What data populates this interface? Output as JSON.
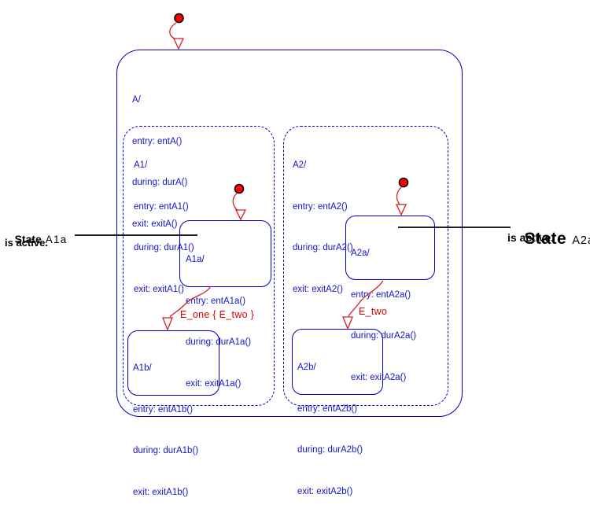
{
  "colors": {
    "state_outline_blue": "#0000c4",
    "state_text_blue": "#1414cd",
    "transition_red": "#db0000",
    "dot_fill_red": "#ff0000",
    "callout_black": "#000000"
  },
  "states": {
    "A": {
      "title": "A/",
      "entry": "entry: entA()",
      "during": "during: durA()",
      "exit": "exit: exitA()"
    },
    "A1": {
      "title": "A1/",
      "entry": "entry: entA1()",
      "during": "during: durA1()",
      "exit": "exit: exitA1()"
    },
    "A2": {
      "title": "A2/",
      "entry": "entry: entA2()",
      "during": "during: durA2()",
      "exit": "exit: exitA2()"
    },
    "A1a": {
      "title": "A1a/",
      "entry": "entry: entA1a()",
      "during": "during: durA1a()",
      "exit": "exit: exitA1a()"
    },
    "A2a": {
      "title": "A2a/",
      "entry": "entry: entA2a()",
      "during": "during: durA2a()",
      "exit": "exit: exitA2a()"
    },
    "A1b": {
      "title": "A1b/",
      "entry": "entry: entA1b()",
      "during": "during: durA1b()",
      "exit": "exit: exitA1b()"
    },
    "A2b": {
      "title": "A2b/",
      "entry": "entry: entA2b()",
      "during": "during: durA2b()",
      "exit": "exit: exitA2b()"
    }
  },
  "transitions": {
    "A1a_to_A1b": {
      "label": "E_one { E_two }"
    },
    "A2a_to_A2b": {
      "label": "E_two"
    }
  },
  "callouts": {
    "left": {
      "lead": "State",
      "state_name": "A1a",
      "line2": "is active."
    },
    "right": {
      "lead": "State",
      "state_name": "A2a",
      "line2": "is active."
    }
  }
}
